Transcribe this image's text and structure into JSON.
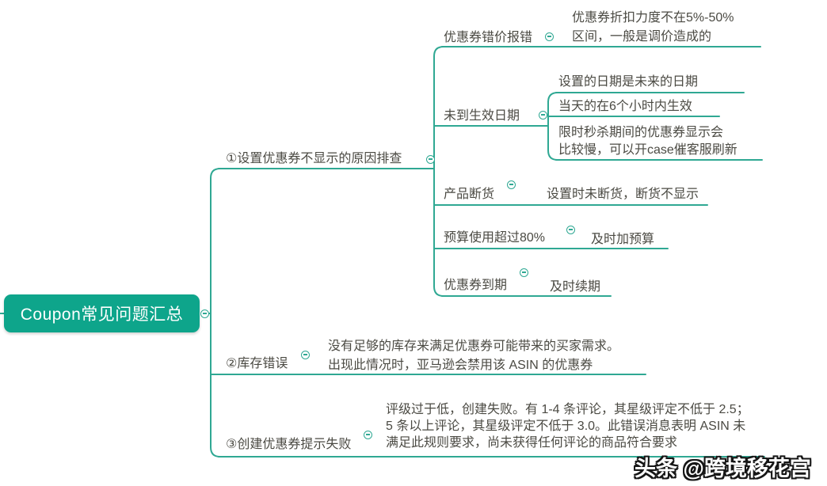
{
  "root": {
    "label": "Coupon常见问题汇总"
  },
  "branches": [
    {
      "label": "①设置优惠券不显示的原因排查",
      "children": [
        {
          "label": "优惠券错价报错",
          "note": "优惠券折扣力度不在5%-50%\n区间，一般是调价造成的"
        },
        {
          "label": "未到生效日期",
          "children": [
            "设置的日期是未来的日期",
            "当天的在6个小时内生效",
            "限时秒杀期间的优惠券显示会\n比较慢，可以开case催客服刷新"
          ]
        },
        {
          "label": "产品断货",
          "note": "设置时未断货，断货不显示"
        },
        {
          "label": "预算使用超过80%",
          "note": "及时加预算"
        },
        {
          "label": "优惠券到期",
          "note": "及时续期"
        }
      ]
    },
    {
      "label": "②库存错误",
      "note": "没有足够的库存来满足优惠券可能带来的买家需求。\n出现此情况时，亚马逊会禁用该 ASIN 的优惠券"
    },
    {
      "label": "③创建优惠券提示失败",
      "note": "评级过于低，创建失败。有 1-4 条评论，其星级评定不低于 2.5；\n5 条以上评论，其星级评定不低于 3.0。此错误消息表明 ASIN 未\n满足此规则要求，尚未获得任何评论的商品符合要求"
    }
  ],
  "watermark": "头条 @跨境移花宫",
  "colors": {
    "line": "#2fa893",
    "root_fill": "#0ea58b",
    "topic_text": "#4b4a43",
    "watermark_outline": "#161616"
  },
  "icons": {
    "collapse": "minus-in-circle"
  }
}
